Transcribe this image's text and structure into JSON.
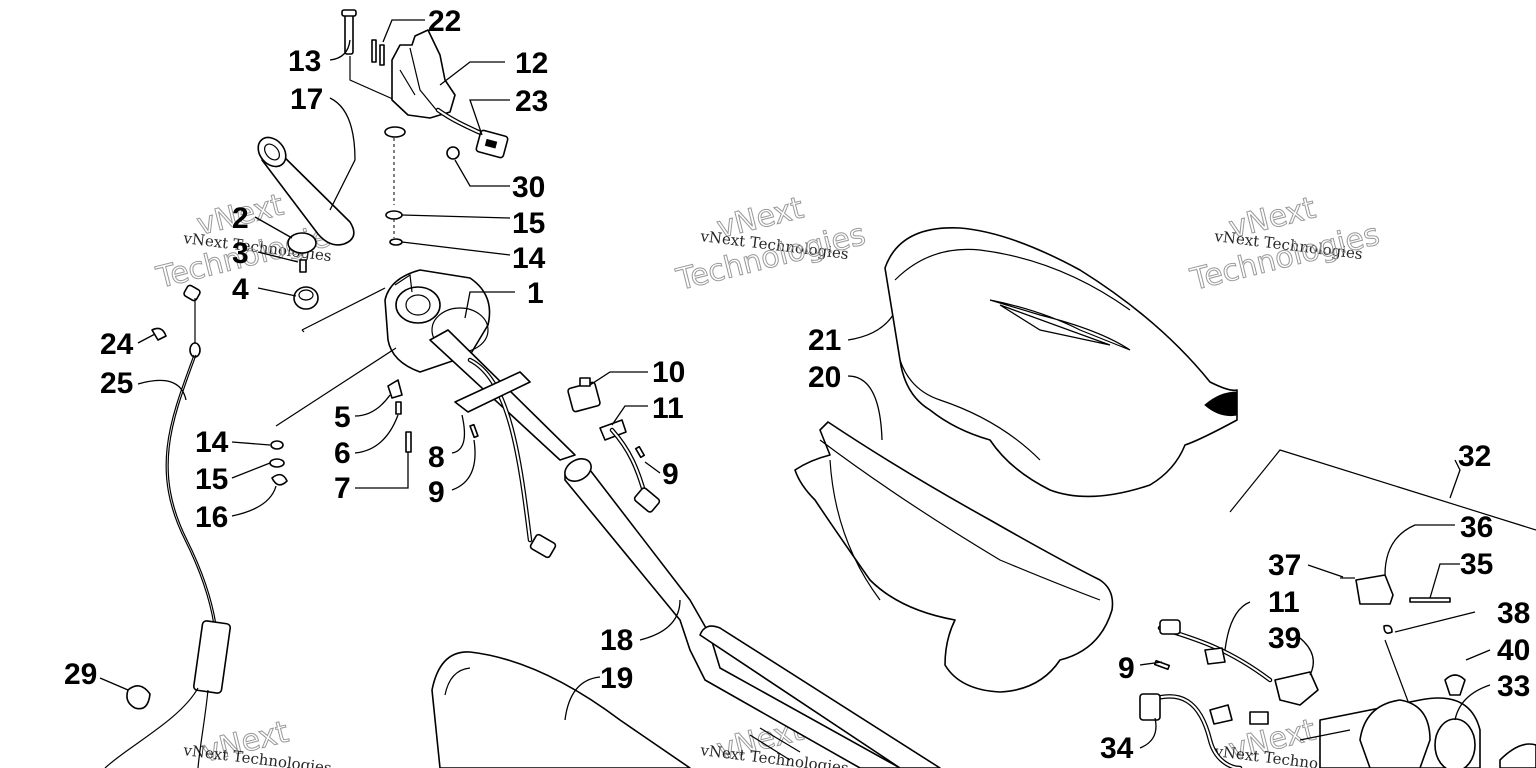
{
  "watermark": {
    "line1": "vNext",
    "line2": "vNext Technologies",
    "line3": "Technologies"
  },
  "callouts": {
    "c22": "22",
    "c13": "13",
    "c12": "12",
    "c17": "17",
    "c23": "23",
    "c30": "30",
    "c15a": "15",
    "c2": "2",
    "c3": "3",
    "c14a": "14",
    "c4": "4",
    "c1": "1",
    "c24": "24",
    "c25": "25",
    "c10": "10",
    "c11a": "11",
    "c5": "5",
    "c14b": "14",
    "c6": "6",
    "c15b": "15",
    "c8": "8",
    "c9a": "9",
    "c7": "7",
    "c16": "16",
    "c9b": "9",
    "c21": "21",
    "c20": "20",
    "c32": "32",
    "c36": "36",
    "c37": "37",
    "c35": "35",
    "c11b": "11",
    "c38": "38",
    "c39": "39",
    "c40": "40",
    "c9c": "9",
    "c33": "33",
    "c18": "18",
    "c19": "19",
    "c29": "29",
    "c34": "34"
  }
}
